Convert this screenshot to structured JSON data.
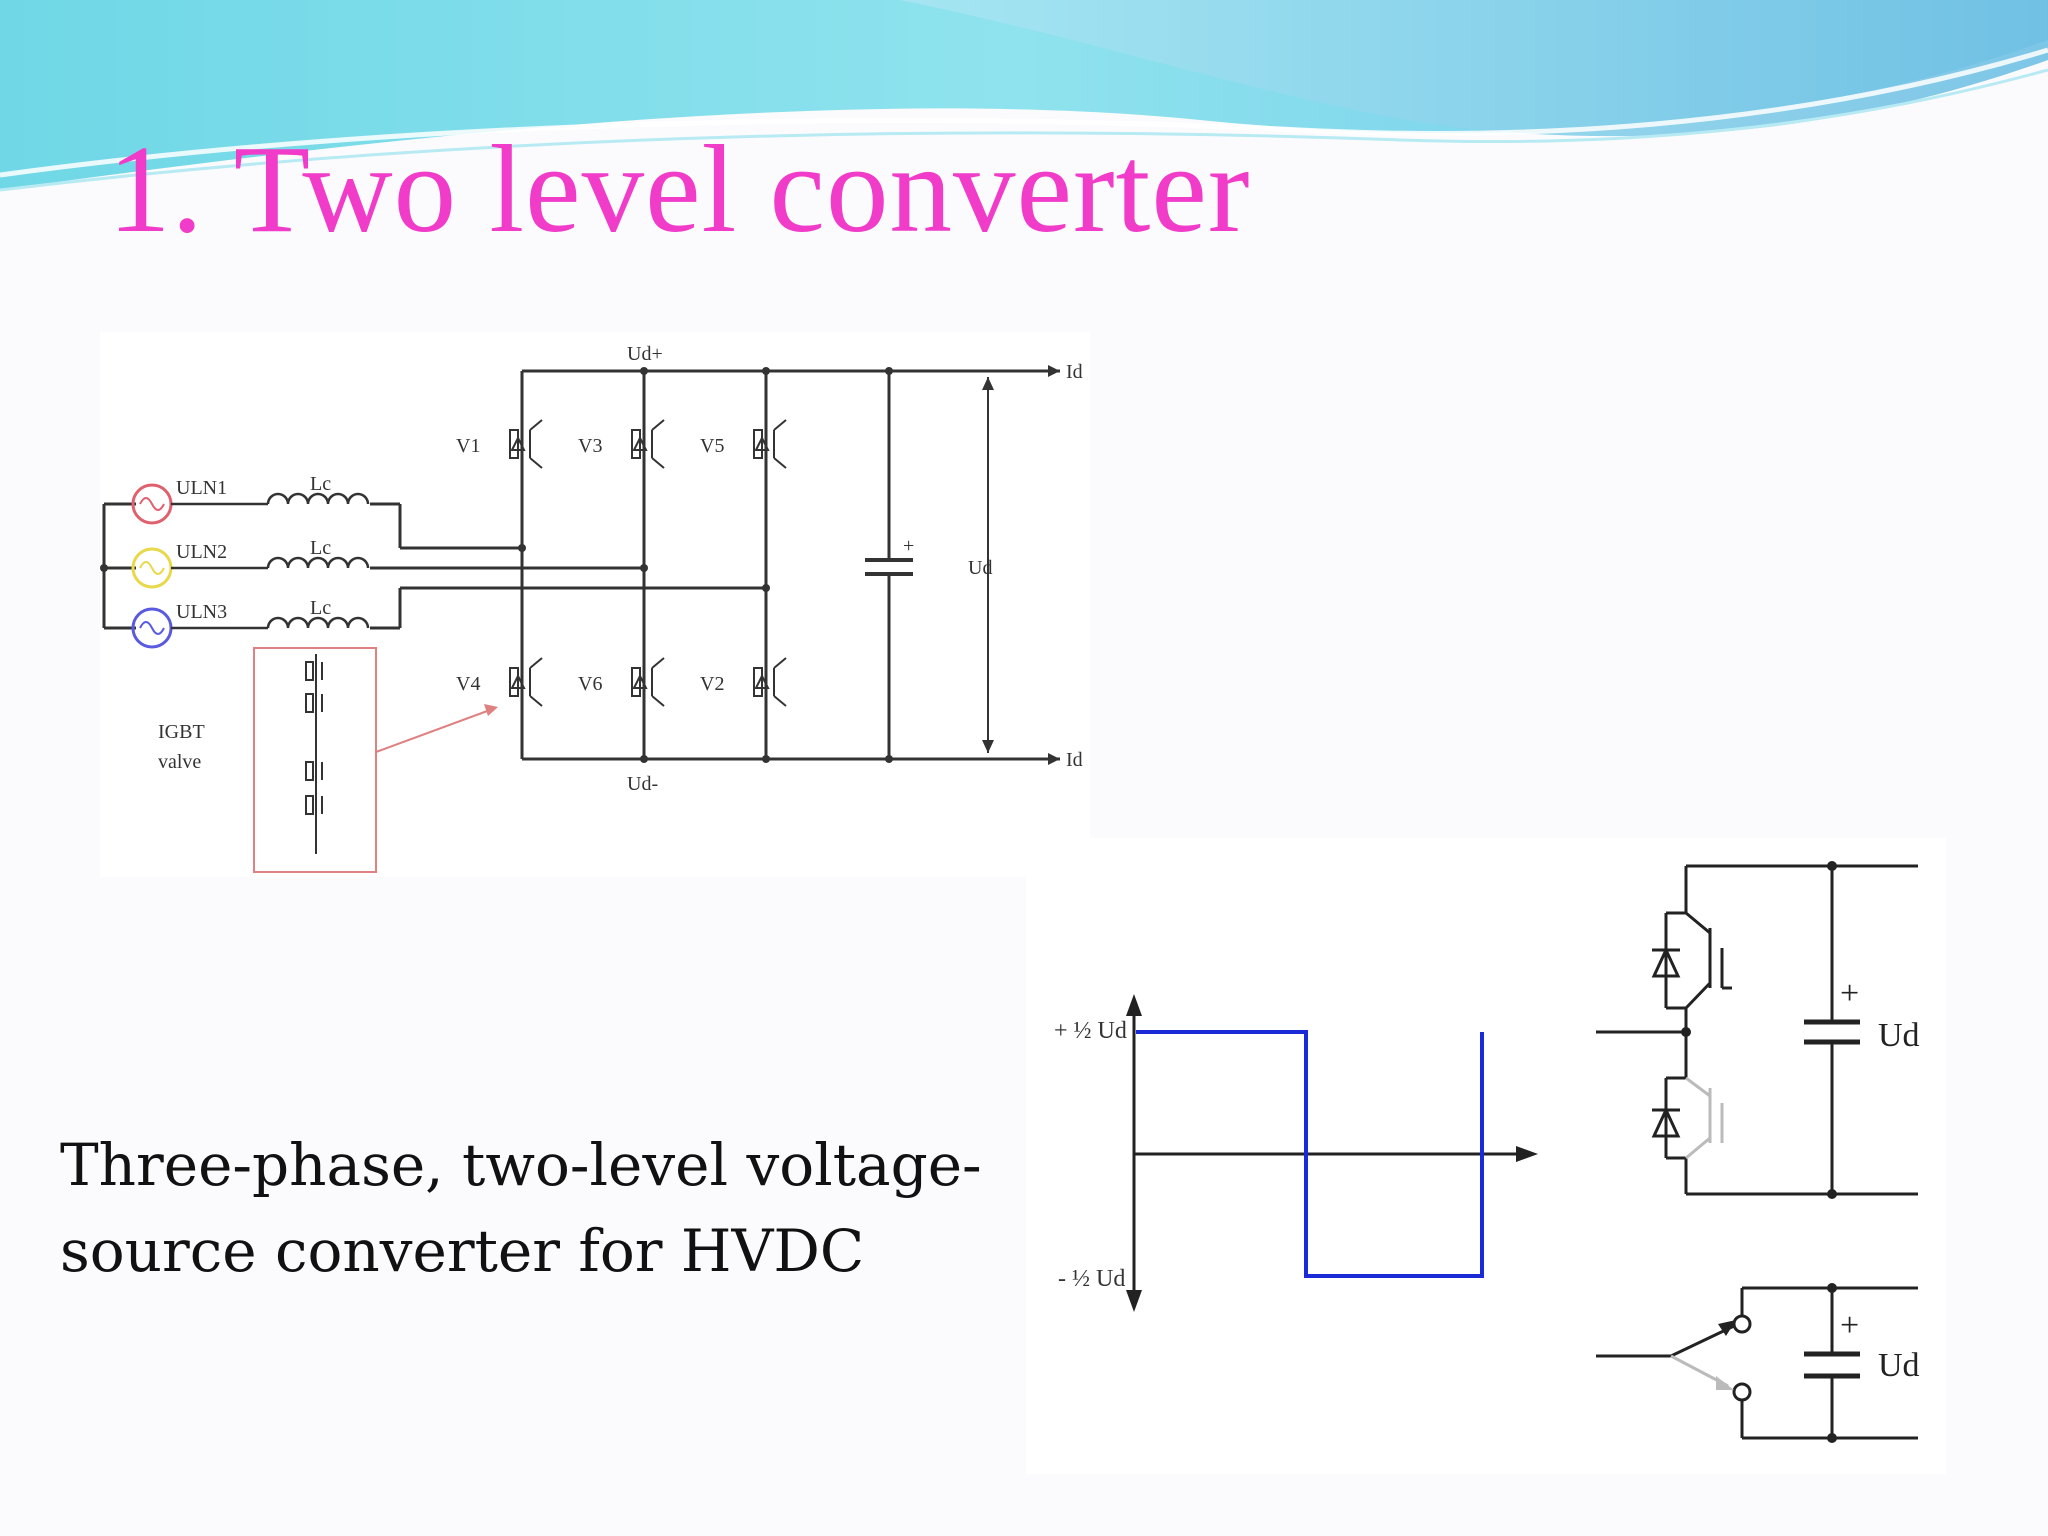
{
  "slide": {
    "title": "1. Two level converter",
    "caption_lines": [
      "Three-phase, two-level voltage-",
      "source converter for HVDC"
    ]
  },
  "circuit": {
    "dc_top_label": "Ud+",
    "dc_bottom_label": "Ud-",
    "dc_current_label": "Id",
    "dc_voltage_label": "Ud",
    "capacitor_plus": "+",
    "sources": [
      "ULN1",
      "ULN2",
      "ULN3"
    ],
    "inductor_label": "Lc",
    "valves_upper": [
      "V1",
      "V3",
      "V5"
    ],
    "valves_lower": [
      "V4",
      "V6",
      "V2"
    ],
    "igbt_valve_label": [
      "IGBT",
      "valve"
    ],
    "colors": {
      "source1": "#e06070",
      "source2": "#e8d84a",
      "source3": "#5a5ae0",
      "callout": "#e08080"
    }
  },
  "waveform": {
    "plus_label": "+ ½ Ud",
    "minus_label": "- ½ Ud",
    "color": "#1a2ad6"
  },
  "leg": {
    "voltage_label": "Ud",
    "plus": "+"
  },
  "switch_equivalent": {
    "voltage_label": "Ud",
    "plus": "+"
  },
  "colors": {
    "title": "#f03cc8",
    "header_top": "#7fdbe8",
    "header_mid": "#9fd8f0"
  }
}
